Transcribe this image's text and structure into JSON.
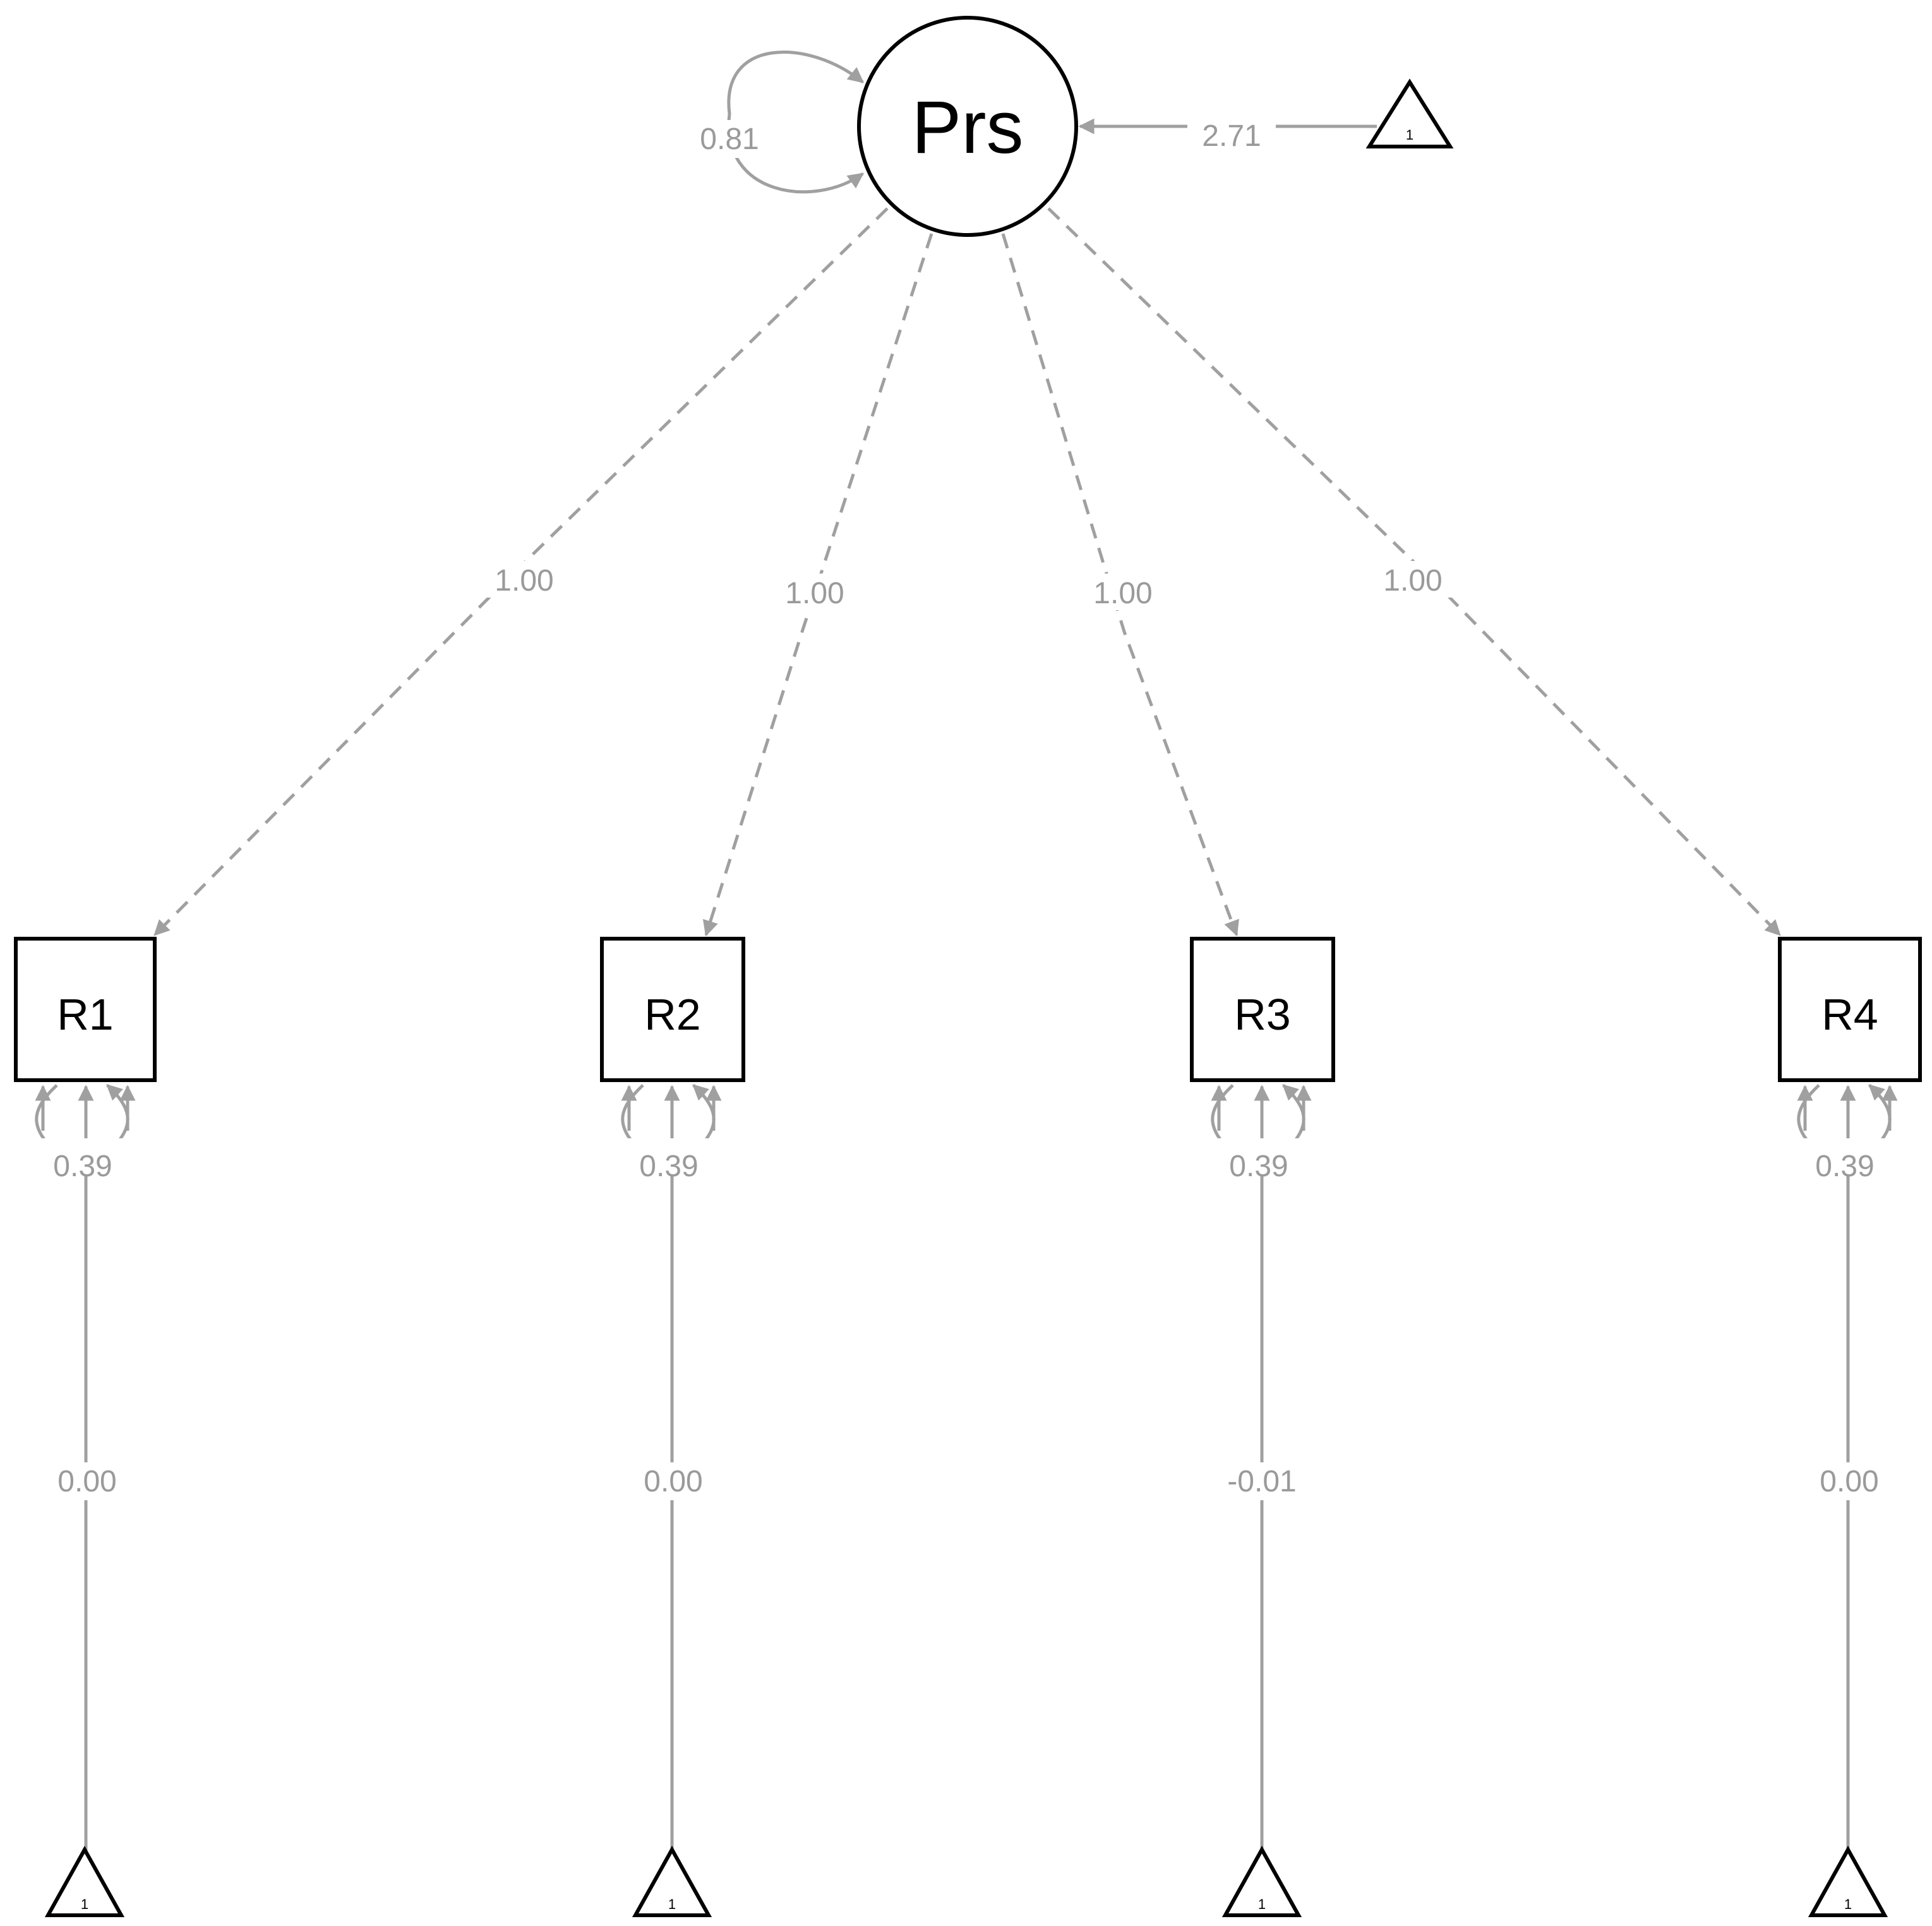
{
  "colors": {
    "node_stroke": "#000000",
    "edge": "#a0a0a0",
    "edge_label": "#9a9a9a",
    "background": "#ffffff"
  },
  "latent": {
    "label": "Prs",
    "variance": "0.81",
    "intercept": "2.71",
    "intercept_triangle": "1"
  },
  "indicators": [
    {
      "label": "R1",
      "loading": "1.00",
      "residual": "0.39",
      "intercept": "0.00",
      "triangle": "1"
    },
    {
      "label": "R2",
      "loading": "1.00",
      "residual": "0.39",
      "intercept": "0.00",
      "triangle": "1"
    },
    {
      "label": "R3",
      "loading": "1.00",
      "residual": "0.39",
      "intercept": "-0.01",
      "triangle": "1"
    },
    {
      "label": "R4",
      "loading": "1.00",
      "residual": "0.39",
      "intercept": "0.00",
      "triangle": "1"
    }
  ]
}
